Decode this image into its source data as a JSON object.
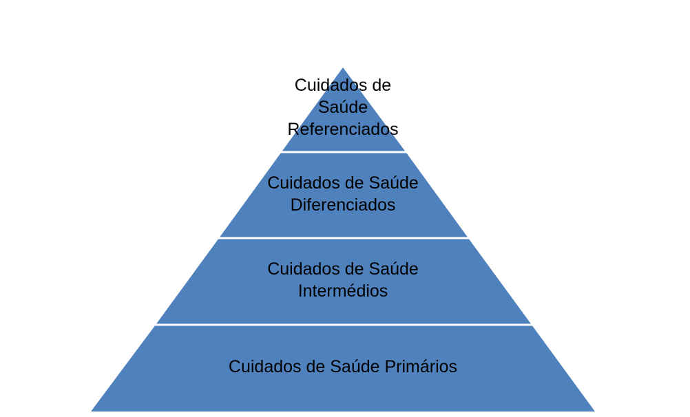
{
  "diagram": {
    "fill_color": "#4f81bd",
    "separator_color": "#ffffff",
    "text_color": "#000000",
    "tiers": [
      {
        "label": "Cuidados de\nSaúde\nReferenciados"
      },
      {
        "label": "Cuidados de Saúde\nDiferenciados"
      },
      {
        "label": "Cuidados de Saúde\nIntermédios"
      },
      {
        "label": "Cuidados de Saúde Primários"
      }
    ]
  }
}
